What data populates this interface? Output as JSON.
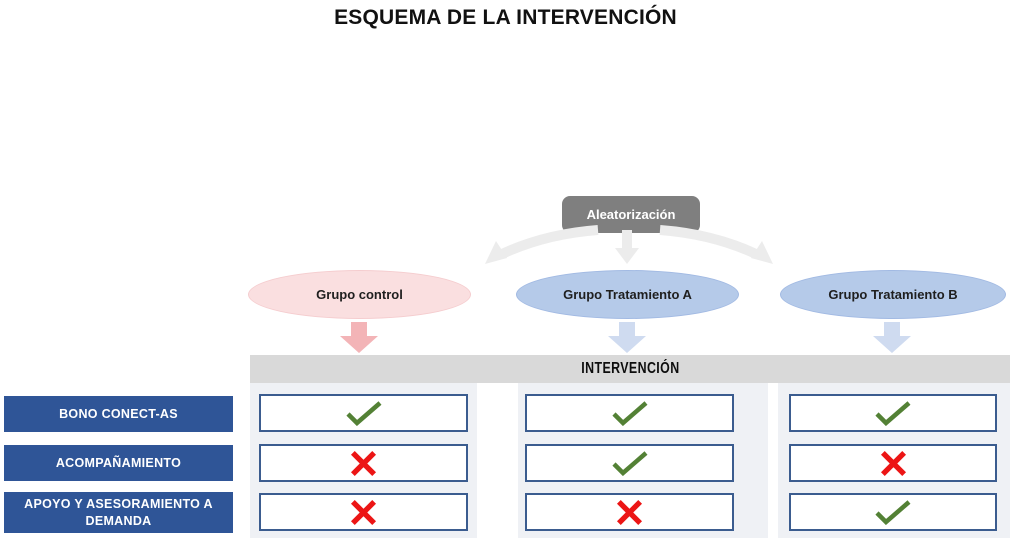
{
  "title": "ESQUEMA DE LA INTERVENCIÓN",
  "randomization_label": "Aleatorización",
  "intervention_label": "INTERVENCIÓN",
  "groups": [
    {
      "label": "Grupo control",
      "fill": "#FADFE0",
      "border": "#F5CDCF",
      "arrow": "#F3B4B7"
    },
    {
      "label": "Grupo Tratamiento A",
      "fill": "#B5CAE9",
      "border": "#A2BAE3",
      "arrow": "#CFDBF0"
    },
    {
      "label": "Grupo Tratamiento B",
      "fill": "#B5CAE9",
      "border": "#A2BAE3",
      "arrow": "#CFDBF0"
    }
  ],
  "components": [
    {
      "label": "BONO CONECT-AS",
      "values": [
        "yes",
        "yes",
        "yes"
      ]
    },
    {
      "label": "ACOMPAÑAMIENTO",
      "values": [
        "no",
        "yes",
        "no"
      ]
    },
    {
      "label": "APOYO Y ASESORAMIENTO A DEMANDA",
      "values": [
        "no",
        "no",
        "yes"
      ]
    }
  ],
  "colors": {
    "label_box": "#2F5597",
    "bar": "#D9D9D9",
    "column_strip": "#EFF1F5",
    "cell_border": "#3B5C8F",
    "check": "#538135",
    "cross": "#EC1515",
    "randomization_box": "#7F7F7F",
    "flow_arrow": "#ECECEC"
  }
}
